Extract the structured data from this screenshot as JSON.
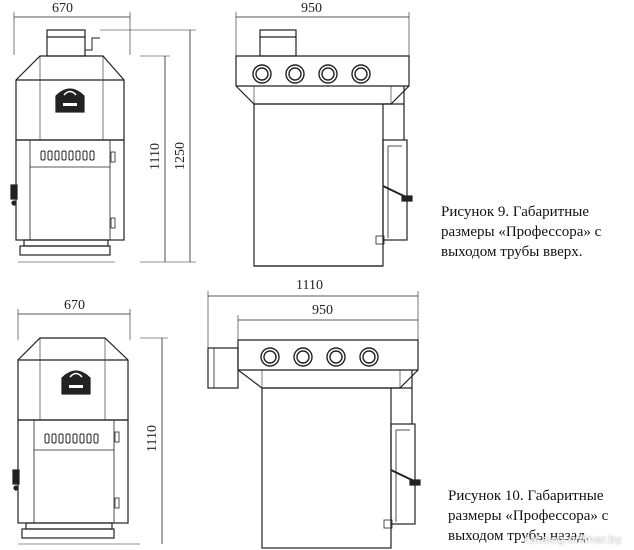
{
  "figure1": {
    "caption_line1": "Рисунок 9.  Габаритные",
    "caption_line2": "размеры «Профессора» с",
    "caption_line3": "выходом трубы вверх.",
    "dim_front_width": "670",
    "dim_side_width": "950",
    "dim_height_body": "1110",
    "dim_height_total": "1250"
  },
  "figure2": {
    "caption_line1": "Рисунок 10.  Габаритные",
    "caption_line2": "размеры «Профессора» с",
    "caption_line3": "выходом трубы назад.",
    "dim_front_width": "670",
    "dim_total_length": "1110",
    "dim_side_width": "950",
    "dim_height_body": "1110"
  },
  "watermark": "catalog.onliner.by",
  "colors": {
    "line": "#222222",
    "fill": "#ffffff"
  }
}
